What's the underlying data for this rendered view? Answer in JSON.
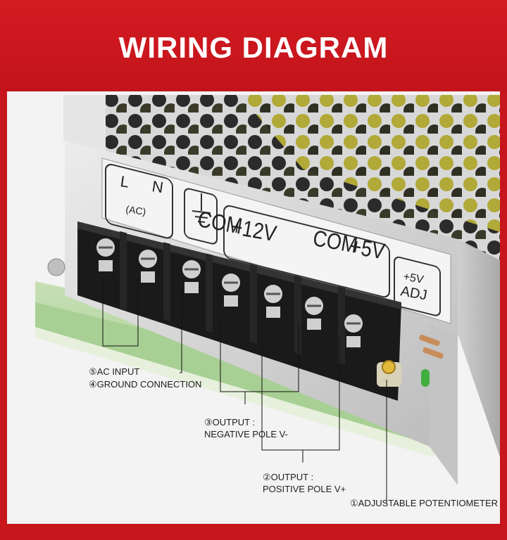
{
  "header": {
    "title": "WIRING DIAGRAM"
  },
  "device": {
    "terminal_labels": {
      "L": "L",
      "N": "N",
      "AC": "(AC)",
      "com1": "COM",
      "v12": "+12V",
      "com2": "COM",
      "v5": "+5V",
      "adj_top": "+5V",
      "adj_bottom": "ADJ"
    }
  },
  "callouts": {
    "ac_input": "⑤AC INPUT",
    "ground": "④GROUND CONNECTION",
    "negative_title": "③OUTPUT :",
    "negative_sub": "NEGATIVE POLE V-",
    "positive_title": "②OUTPUT :",
    "positive_sub": "POSITIVE POLE V+",
    "potentiometer": "①ADJUSTABLE POTENTIOMETER"
  },
  "colors": {
    "brand_red": "#c8161d",
    "metal": "#d9d9d9",
    "terminal_block": "#1a1a1a",
    "pcb": "#b9d9a6"
  }
}
